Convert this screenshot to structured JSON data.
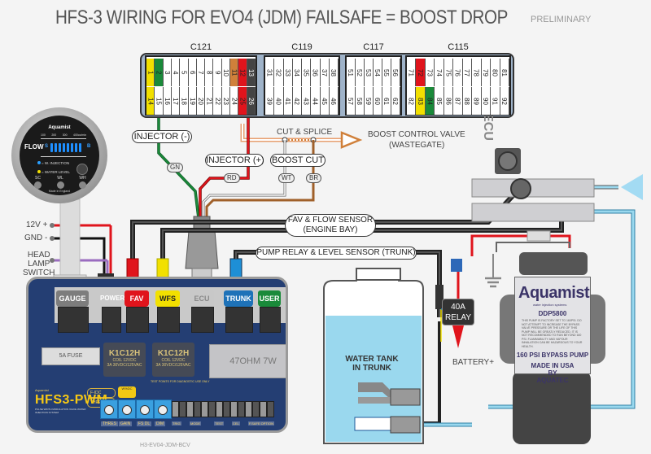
{
  "title": "HFS-3  WIRING FOR EVO4 (JDM)   FAILSAFE = BOOST DROP",
  "status": "PRELIMINARY",
  "ecu": {
    "label": "EVO4 ECU",
    "connectors": [
      {
        "name": "C121",
        "top_pins": [
          "1",
          "2",
          "3",
          "4",
          "5",
          "6",
          "7",
          "8",
          "9",
          "10",
          "11",
          "12",
          "13"
        ],
        "bottom_pins": [
          "14",
          "15",
          "16",
          "17",
          "18",
          "19",
          "20",
          "21",
          "22",
          "23",
          "24",
          "25",
          "26"
        ]
      },
      {
        "name": "C119",
        "top_pins": [
          "31",
          "32",
          "33",
          "34",
          "35",
          "36",
          "37",
          "38"
        ],
        "bottom_pins": [
          "39",
          "40",
          "41",
          "42",
          "43",
          "44",
          "45",
          "46"
        ]
      },
      {
        "name": "C117",
        "top_pins": [
          "51",
          "52",
          "53",
          "54",
          "55",
          "56"
        ],
        "bottom_pins": [
          "57",
          "58",
          "59",
          "60",
          "61",
          "62"
        ]
      },
      {
        "name": "C115",
        "top_pins": [
          "71",
          "72",
          "73",
          "74",
          "75",
          "76",
          "77",
          "78",
          "79",
          "80",
          "81"
        ],
        "bottom_pins": [
          "82",
          "83",
          "84",
          "85",
          "86",
          "87",
          "88",
          "89",
          "90",
          "91",
          "92"
        ]
      }
    ]
  },
  "wiring": {
    "injector_neg": "INJECTOR (-)",
    "injector_pos": "INJECTOR (+)",
    "boost_cut": "BOOST CUT",
    "cut_splice": "CUT & SPLICE",
    "boost_valve_line1": "BOOST CONTROL VALVE",
    "boost_valve_line2": "(WASTEGATE)",
    "wire_tags": {
      "gn": "GN",
      "rd": "RD",
      "wt": "WT",
      "br": "BR"
    },
    "fav_flow_line1": "FAV & FLOW SENSOR",
    "fav_flow_line2": "(ENGINE BAY)",
    "pump_relay": "PUMP RELAY & LEVEL SENSOR (TRUNK)",
    "colors": {
      "green": "#1a8a3a",
      "red": "#e0141c",
      "white": "#ffffff",
      "brown": "#d0803a",
      "blue": "#1e8fd6",
      "yellow": "#f2e000",
      "purple": "#9a6cc0",
      "water": "#9ad8ee"
    }
  },
  "power": {
    "v12": "12V +",
    "gnd": "GND -",
    "head1": "HEAD",
    "head2": "LAMP",
    "head3": "SWITCH"
  },
  "gauge": {
    "brand": "Aquamist",
    "scale": [
      "100",
      "200",
      "300",
      "400"
    ],
    "scale_unit": "cc/min",
    "flow_label": "FLOW",
    "flow_s": "S",
    "flow_b": "B",
    "legend_injection": "= W. INJECTION",
    "legend_level": "= WATER LEVEL",
    "knobs": [
      "SC",
      "WL",
      "WH"
    ],
    "footer": "Made in England"
  },
  "controller": {
    "ports": [
      {
        "label": "GAUGE",
        "color": "#7d7d7d"
      },
      {
        "label": "POWER",
        "color": "#2e2e2e"
      },
      {
        "label": "FAV",
        "color": "#e0141c"
      },
      {
        "label": "WFS",
        "color": "#f2e000"
      },
      {
        "label": "ECU",
        "color": "#c8c8c8"
      },
      {
        "label": "TRUNK",
        "color": "#1e72b8"
      },
      {
        "label": "USER",
        "color": "#1a8a3a"
      }
    ],
    "fuse": "5A FUSE",
    "relays": [
      {
        "model": "K1C12H",
        "spec1": "COIL 12VDC",
        "spec2": "3A 30VDC/125VAC"
      },
      {
        "model": "K1C12H",
        "spec1": "COIL 12VDC",
        "spec2": "3A 30VDC/125VAC"
      }
    ],
    "resistor": "47OHM 7W",
    "leds": [
      "F-IDC",
      "THRES"
    ],
    "warn": "W%DC",
    "brand_small": "Aquamist",
    "brand": "HFS3-PWM",
    "brand_sub": "PULSE WIDTH MODULATION VALVE WATER INJECTION SYSTEM",
    "pots": [
      "THRES",
      "GAIN",
      "FS DL",
      "DIM"
    ],
    "dip_groups": [
      "TRIG",
      "MODE",
      "TEST",
      "CEL",
      "F.SAFE OPTION"
    ],
    "test_points": "TEST POINTS FOR DIAGNOSTIC USE ONLY",
    "part_code": "H3-EV04-JDM-BCV"
  },
  "tank": {
    "line1": "WATER TANK",
    "line2": "IN TRUNK"
  },
  "relay40": {
    "line1": "40A",
    "line2": "RELAY"
  },
  "battery": "BATTERY+",
  "pump": {
    "brand": "Aquamist",
    "tagline": "water injection systems",
    "model": "DDP5800",
    "warning": "THIS PUMP IS FACTORY SET TO 160PSI. DO NOT ATTEMPT TO INCREASE THE BYPASS VALVE PRESSURE OR THE LIFE OF THIS PUMP WILL BE GREATLY REDUCED. IT IS NOT RECOMMENDED TO RUN BEYOND 160 PSI. FLAMMABILITY AND VAPOUR INHALATION CAN BE HAZARDOUS TO YOUR HEALTH.",
    "rating": "160 PSI BYPASS PUMP",
    "made1": "MADE IN USA",
    "made2": "BY",
    "made3": "AQUATEC"
  }
}
